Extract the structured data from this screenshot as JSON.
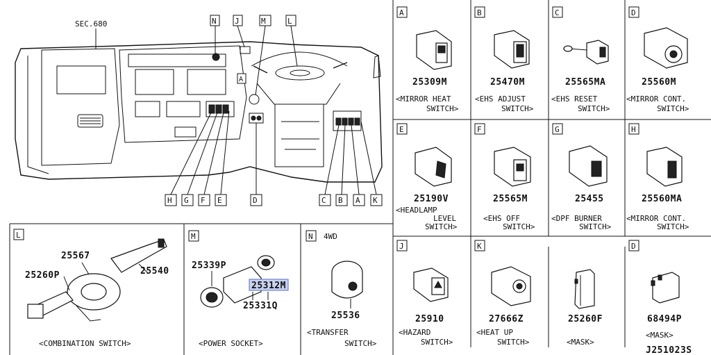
{
  "dashboard": {
    "sec_label": "SEC.680",
    "top_callouts": [
      "N",
      "J",
      "M",
      "L"
    ],
    "inner_callout": "A",
    "bottom_callouts": [
      "H",
      "G",
      "F",
      "E",
      "D",
      "C",
      "B",
      "A",
      "K"
    ]
  },
  "panels": [
    {
      "letter": "A",
      "part": "25309M",
      "caption": [
        "<MIRROR HEAT",
        "SWITCH>"
      ]
    },
    {
      "letter": "B",
      "part": "25470M",
      "caption": [
        "<EHS ADJUST",
        "SWITCH>"
      ]
    },
    {
      "letter": "C",
      "part": "25565MA",
      "caption": [
        "<EHS RESET",
        "SWITCH>"
      ]
    },
    {
      "letter": "D",
      "part": "25560M",
      "caption": [
        "<MIRROR CONT.",
        "SWITCH>"
      ]
    },
    {
      "letter": "E",
      "part": "25190V",
      "caption": [
        "<HEADLAMP",
        "LEVEL",
        "SWITCH>"
      ]
    },
    {
      "letter": "F",
      "part": "25565M",
      "caption": [
        "<EHS OFF",
        "SWITCH>"
      ]
    },
    {
      "letter": "G",
      "part": "25455",
      "caption": [
        "<DPF BURNER",
        "SWITCH>"
      ]
    },
    {
      "letter": "H",
      "part": "25560MA",
      "caption": [
        "<MIRROR CONT.",
        "SWITCH>"
      ]
    },
    {
      "letter": "J",
      "part": "25910",
      "caption": [
        "<HAZARD",
        "SWITCH>"
      ]
    },
    {
      "letter": "K",
      "part": "27666Z",
      "caption": [
        "<HEAT UP",
        "SWITCH>"
      ]
    },
    {
      "letter": "",
      "part": "25260F",
      "caption": [
        "<MASK>"
      ]
    },
    {
      "letter": "D",
      "part": "68494P",
      "caption": [
        "<MASK>"
      ]
    }
  ],
  "bottom_panels": {
    "L": {
      "letter": "L",
      "parts": [
        "25567",
        "25260P",
        "25540"
      ],
      "caption": "<COMBINATION SWITCH>"
    },
    "M": {
      "letter": "M",
      "parts": [
        "25339P",
        "25312M",
        "25331Q"
      ],
      "caption": "<POWER SOCKET>"
    },
    "N": {
      "letter": "N",
      "subtitle": "4WD",
      "part": "25536",
      "caption": [
        "<TRANSFER",
        "SWITCH>"
      ]
    }
  },
  "diagram_id": "J251023S"
}
